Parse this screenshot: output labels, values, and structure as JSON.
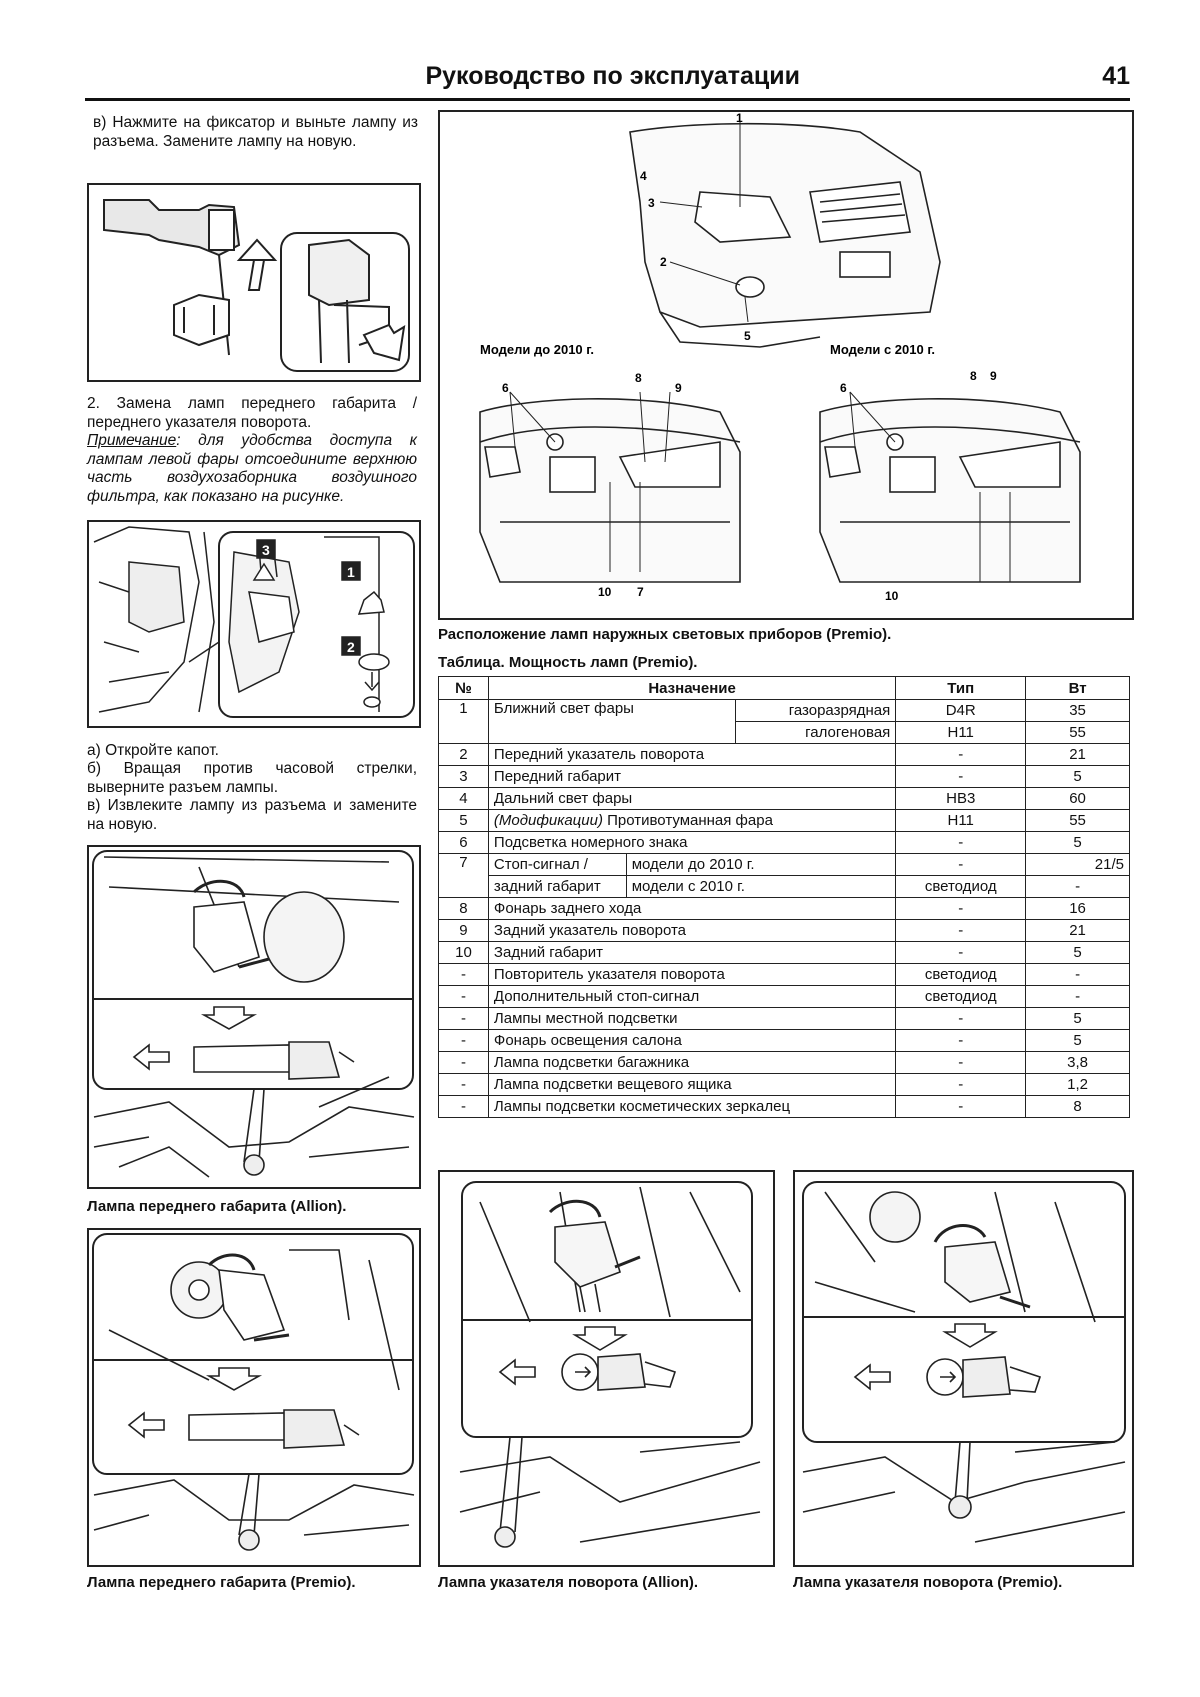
{
  "header": {
    "title": "Руководство по эксплуатации",
    "page_number": "41"
  },
  "left_column": {
    "step_v1": "в) Нажмите на фиксатор и выньте лампу из разъема. Замените лампу на новую.",
    "section2_title": "2. Замена ламп переднего габарита / переднего указателя поворота.",
    "note_label": "Примечание",
    "note_text": ": для удобства доступа к лампам левой фары отсоедините верхнюю часть воздухозаборника воздушного фильтра, как показано на рисунке.",
    "fig_numbers": [
      "1",
      "2",
      "3"
    ],
    "steps": [
      "а) Откройте капот.",
      "б) Вращая против часовой стрелки, выверните разъем лампы.",
      "в) Извлеките лампу из разъема и замените на новую."
    ],
    "caption_allion_front": "Лампа переднего габарита (Allion).",
    "caption_premio_front": "Лампа переднего габарита (Premio)."
  },
  "right_column": {
    "car_labels_front": [
      "1",
      "2",
      "3",
      "4",
      "5"
    ],
    "rear_left_title": "Модели до 2010 г.",
    "rear_right_title": "Модели с 2010 г.",
    "rear_labels_left": [
      "6",
      "8",
      "9",
      "10",
      "7"
    ],
    "rear_labels_right": [
      "6",
      "8",
      "9",
      "10"
    ],
    "caption_locations": "Расположение ламп наружных световых приборов (Premio).",
    "table_title": "Таблица. Мощность ламп (Premio).",
    "table": {
      "headers": [
        "№",
        "Назначение",
        "Тип",
        "Вт"
      ],
      "row1": {
        "num": "1",
        "name": "Ближний свет фары",
        "sub1": "газоразрядная",
        "type1": "D4R",
        "w1": "35",
        "sub2": "галогеновая",
        "type2": "H11",
        "w2": "55"
      },
      "simple_rows_a": [
        {
          "num": "2",
          "name": "Передний указатель поворота",
          "type": "-",
          "w": "21"
        },
        {
          "num": "3",
          "name": "Передний габарит",
          "type": "-",
          "w": "5"
        },
        {
          "num": "4",
          "name": "Дальний свет фары",
          "type": "HB3",
          "w": "60"
        }
      ],
      "row5": {
        "num": "5",
        "mod": "(Модификации)",
        "name": " Противотуманная фара",
        "type": "H11",
        "w": "55"
      },
      "row6": {
        "num": "6",
        "name": "Подсветка номерного знака",
        "type": "-",
        "w": "5"
      },
      "row7": {
        "num": "7",
        "name1": "Стоп-сигнал /",
        "name2": "задний габарит",
        "sub1": "модели до 2010 г.",
        "type1": "-",
        "w1": "21/5",
        "sub2": "модели с 2010 г.",
        "type2": "светодиод",
        "w2": "-"
      },
      "simple_rows_b": [
        {
          "num": "8",
          "name": "Фонарь заднего хода",
          "type": "-",
          "w": "16"
        },
        {
          "num": "9",
          "name": "Задний указатель поворота",
          "type": "-",
          "w": "21"
        },
        {
          "num": "10",
          "name": "Задний габарит",
          "type": "-",
          "w": "5"
        },
        {
          "num": "-",
          "name": "Повторитель указателя поворота",
          "type": "светодиод",
          "w": "-"
        },
        {
          "num": "-",
          "name": "Дополнительный стоп-сигнал",
          "type": "светодиод",
          "w": "-"
        },
        {
          "num": "-",
          "name": "Лампы местной подсветки",
          "type": "-",
          "w": "5"
        },
        {
          "num": "-",
          "name": "Фонарь освещения салона",
          "type": "-",
          "w": "5"
        },
        {
          "num": "-",
          "name": "Лампа подсветки багажника",
          "type": "-",
          "w": "3,8"
        },
        {
          "num": "-",
          "name": "Лампа подсветки вещевого ящика",
          "type": "-",
          "w": "1,2"
        },
        {
          "num": "-",
          "name": "Лампы подсветки косметических зеркалец",
          "type": "-",
          "w": "8"
        }
      ]
    },
    "caption_turn_allion": "Лампа указателя поворота (Allion).",
    "caption_turn_premio": "Лампа указателя поворота (Premio)."
  }
}
